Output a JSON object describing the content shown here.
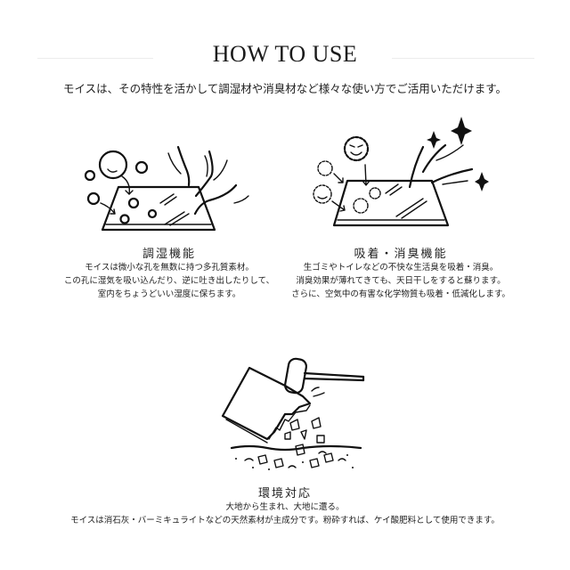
{
  "header": {
    "title": "HOW TO USE",
    "intro": "モイスは、その特性を活かして調湿材や消臭材など様々な使い方でご活用いただけます。"
  },
  "features": [
    {
      "title": "調湿機能",
      "icon": "humidity-board-illustration",
      "lines": [
        "モイスは微小な孔を無数に持つ多孔質素材。",
        "この孔に湿気を吸い込んだり、逆に吐き出したりして、",
        "室内をちょうどいい湿度に保ちます。"
      ]
    },
    {
      "title": "吸着・消臭機能",
      "icon": "deodorize-board-illustration",
      "lines": [
        "生ゴミやトイレなどの不快な生活臭を吸着・消臭。",
        "消臭効果が薄れてきても、天日干しをすると蘇ります。",
        "さらに、空気中の有害な化学物質も吸着・低減化します。"
      ]
    },
    {
      "title": "環境対応",
      "icon": "crushed-board-illustration",
      "lines": [
        "大地から生まれ、大地に還る。",
        "モイスは消石灰・バーミキュライトなどの天然素材が主成分です。粉砕すれば、ケイ酸肥料として使用できます。"
      ]
    }
  ]
}
